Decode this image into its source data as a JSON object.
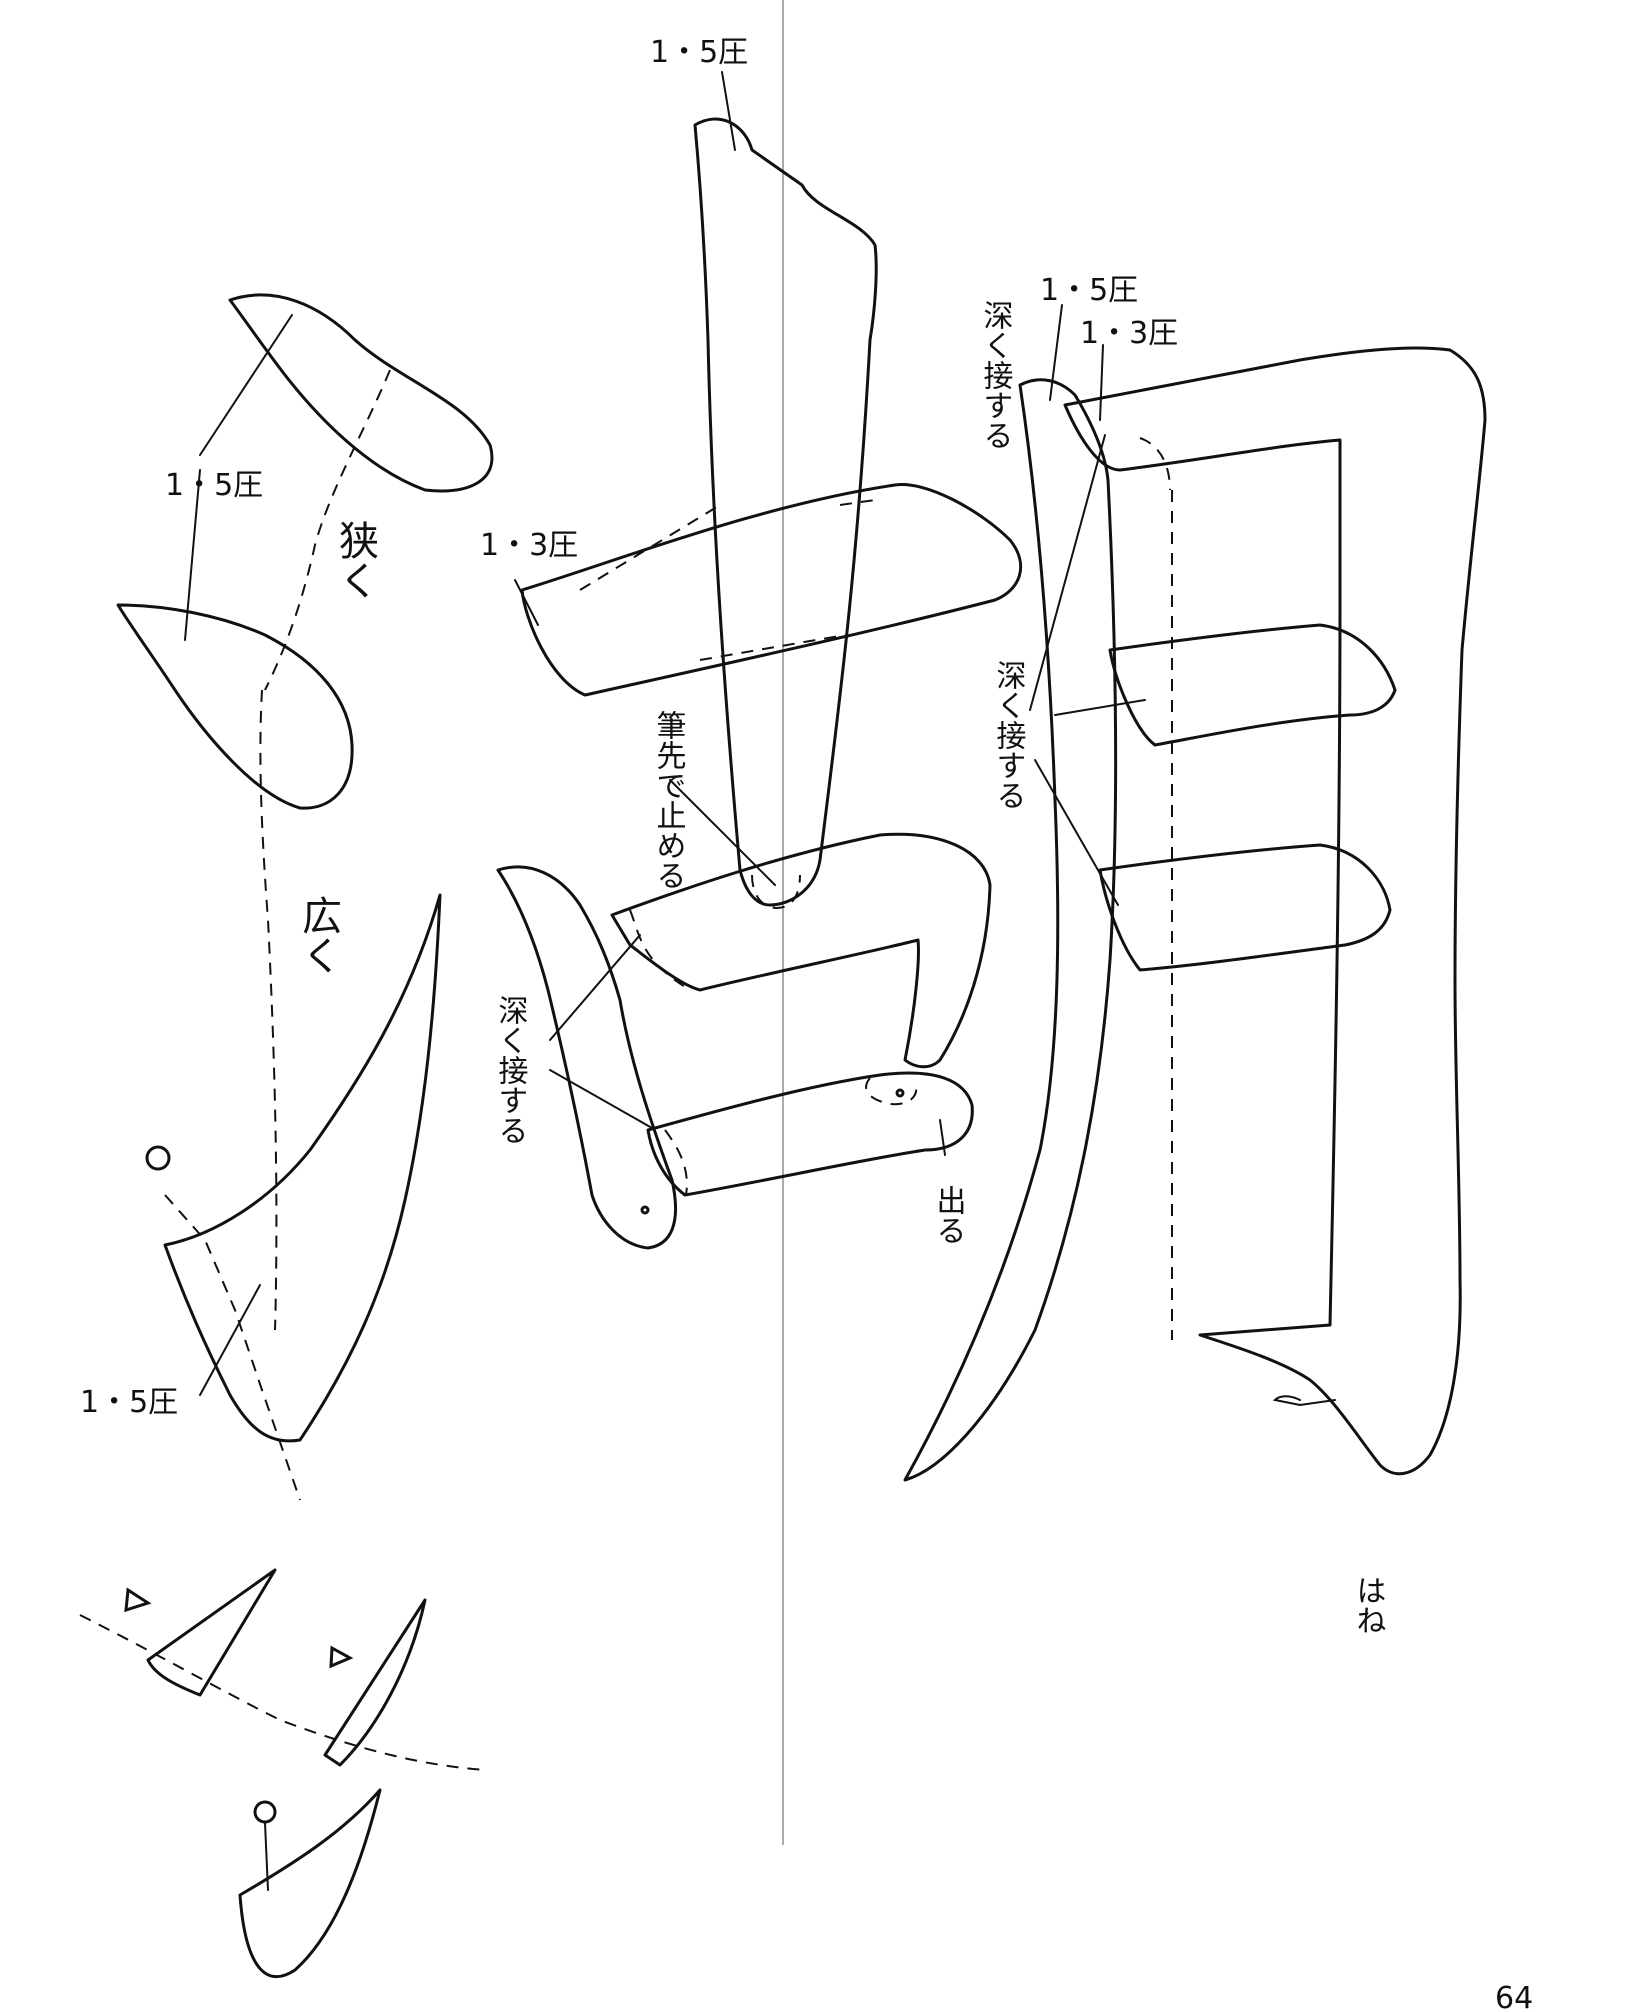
{
  "labels": {
    "top_pressure": "1・5圧",
    "dot1_pressure": "1・5圧",
    "horizontal_pressure": "1・3圧",
    "rise_pressure": "1・5圧",
    "moon_pressure_a": "1・5圧",
    "moon_pressure_b": "1・3圧",
    "narrow": "狭く",
    "wide": "広く",
    "brush_tip_stop": "筆先で止める",
    "deep_contact_moon_top": "深く接する",
    "deep_contact_moon_mid": "深く接する",
    "deep_contact_kuchi": "深く接する",
    "protrude": "出る",
    "hane": "はね",
    "page_number": "64"
  },
  "markers": {
    "circle": "○",
    "triangle": "△"
  }
}
